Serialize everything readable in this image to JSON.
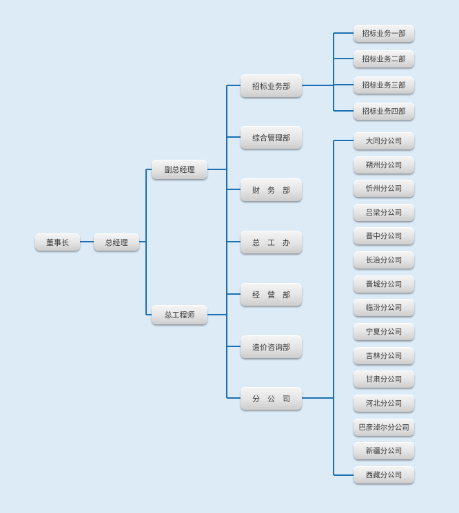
{
  "chart": {
    "root": "董事长",
    "general_manager": "总经理",
    "vice_gm": "副总经理",
    "chief_engineer": "总工程师",
    "departments": [
      "招标业务部",
      "综合管理部",
      "财　务　部",
      "总　工　办",
      "经　营　部",
      "造价咨询部",
      "分　公　司"
    ],
    "bidding_sub_departments": [
      "招标业务一部",
      "招标业务二部",
      "招标业务三部",
      "招标业务四部"
    ],
    "branch_offices": [
      "大同分公司",
      "朔州分公司",
      "忻州分公司",
      "吕梁分公司",
      "晋中分公司",
      "长治分公司",
      "晋城分公司",
      "临汾分公司",
      "宁夏分公司",
      "吉林分公司",
      "甘肃分公司",
      "河北分公司",
      "巴彦淖尔分公司",
      "新疆分公司",
      "西藏分公司"
    ]
  },
  "colors": {
    "background": "#ddebf7",
    "connector": "#1c6fb0",
    "node_text": "#333333"
  }
}
